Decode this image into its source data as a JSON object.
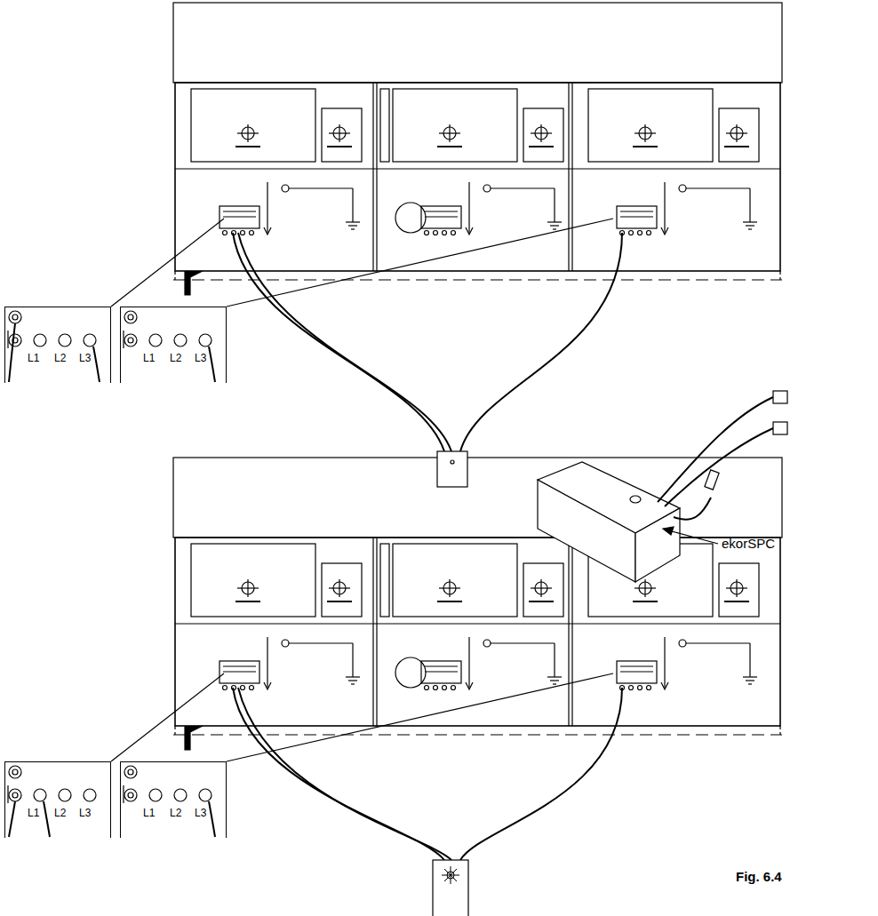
{
  "diagram": {
    "caption": "Fig. 6.4",
    "nodes": [
      {
        "text": [
          "L1",
          "L2",
          "L3"
        ]
      },
      {
        "text": [
          "L1",
          "L2",
          "L3"
        ]
      },
      {
        "text": [
          "L1",
          "L2",
          "L3"
        ]
      },
      {
        "text": [
          "L1",
          "L2",
          "L3"
        ]
      }
    ],
    "labels": [
      "ekorSPC"
    ]
  }
}
